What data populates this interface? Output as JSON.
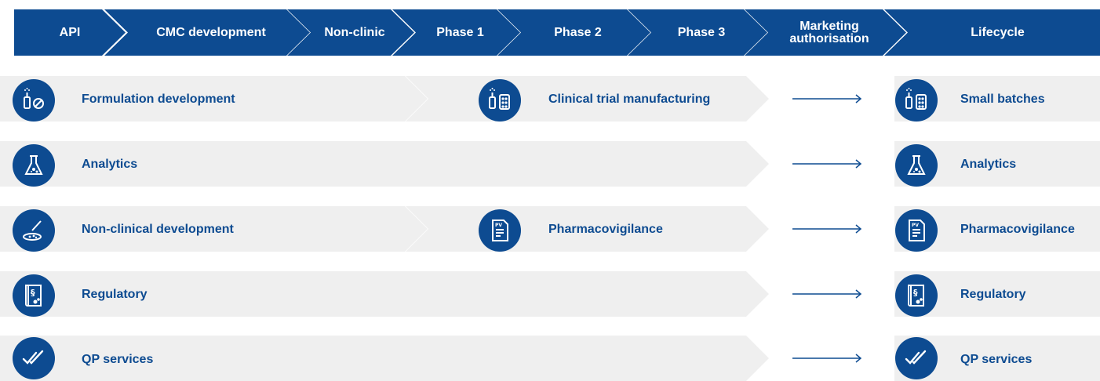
{
  "header": {
    "stages": [
      {
        "label": "API"
      },
      {
        "label": "CMC development"
      },
      {
        "label": "Non-clinic"
      },
      {
        "label": "Phase 1"
      },
      {
        "label": "Phase 2"
      },
      {
        "label": "Phase 3"
      },
      {
        "label": "Marketing authorisation"
      },
      {
        "label": "Lifecycle"
      }
    ]
  },
  "rows": [
    {
      "left": "Formulation development",
      "mid": "Clinical trial manufacturing",
      "right": "Small batches"
    },
    {
      "left": "Analytics",
      "right": "Analytics"
    },
    {
      "left": "Non-clinical development",
      "mid": "Pharmacovigilance",
      "right": "Pharmacovigilance"
    },
    {
      "left": "Regulatory",
      "right": "Regulatory"
    },
    {
      "left": "QP services",
      "right": "QP services"
    }
  ],
  "colors": {
    "brand": "#0d4b91",
    "band": "#efefef"
  },
  "icons": [
    "formulation-icon",
    "lab-flask-icon",
    "pipette-dish-icon",
    "pv-document-icon",
    "regulatory-book-icon",
    "double-check-icon"
  ]
}
